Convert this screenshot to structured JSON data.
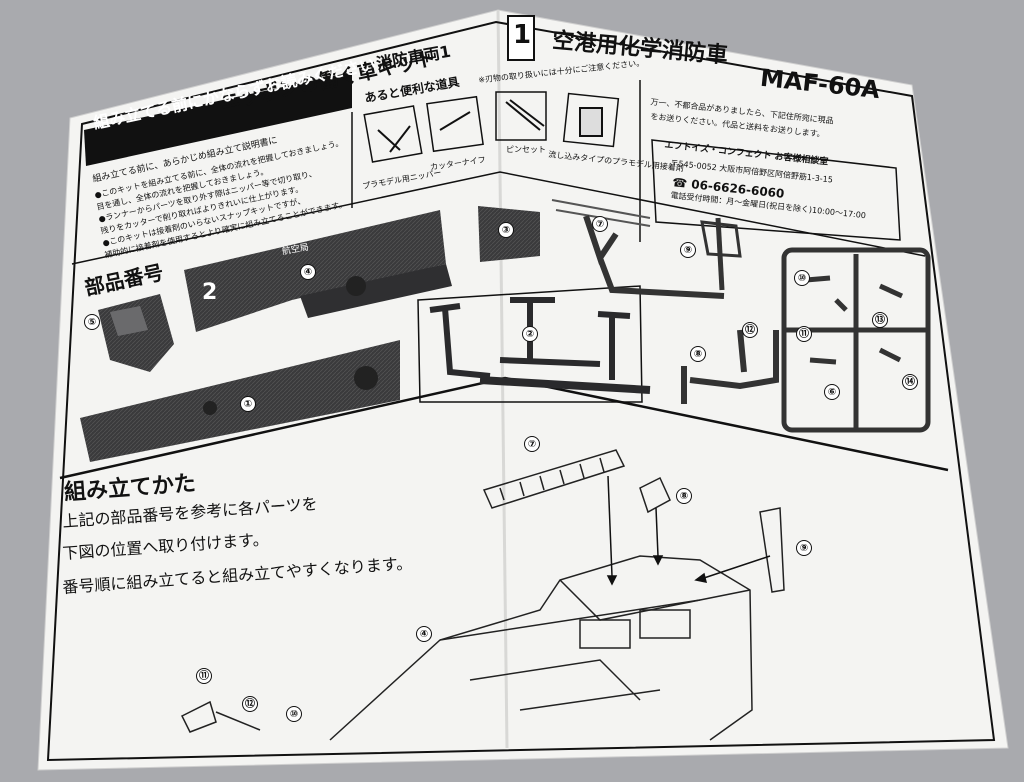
{
  "sheet": {
    "page_number": "1",
    "vehicle_name": "空港用化学消防車",
    "vehicle_model": "MAF-60A",
    "series_title": "ニッポンの働く車キット",
    "series_subtitle": "消防車両1",
    "notice_header": "組み立てる前にかならずお読みください",
    "notice_lines": [
      "組み立てる前に、あらかじめ組み立て説明書に",
      "●このキットを組み立てる前に、全体の流れを把握しておきましょう。",
      "目を通し、全体の流れを把握しておきましょう。",
      "●ランナーからパーツを取り外す際はニッパー等で切り取り、",
      "残りをカッターで削り取ればよりきれいに仕上がります。",
      "●このキットは接着剤のいらないスナップキットですが、",
      "補助的に接着剤を使用するとより確実に組み立てることができます。"
    ],
    "tools_header": "あると便利な道具",
    "tools_note": "※刃物の取り扱いには十分にご注意ください。",
    "tools": [
      {
        "label": "プラモデル用ニッパー",
        "icon": "nipper-icon"
      },
      {
        "label": "カッターナイフ",
        "icon": "cutter-knife-icon"
      },
      {
        "label": "ピンセット",
        "icon": "tweezers-icon"
      },
      {
        "label": "流し込みタイプのプラモデル用接着剤",
        "icon": "glue-bottle-icon"
      }
    ],
    "support_text_1": "万一、不都合品がありましたら、下記住所宛に現品",
    "support_text_2": "をお送りください。代品と送料をお送りします。",
    "company_name": "エフトイズ・コンフェクト お客様相談室",
    "postal": "〒545-0052 大阪市阿倍野区阿倍野筋1-3-15",
    "phone": "☎ 06-6626-6060",
    "hours": "電話受付時間：月〜金曜日(祝日を除く)10:00〜17:00",
    "parts_header": "部品番号",
    "part_label_2": "2",
    "part_label_airport": "航空局",
    "assembly_header": "組み立てかた",
    "assembly_lines": [
      "上記の部品番号を参考に各パーツを",
      "下図の位置へ取り付けます。",
      "番号順に組み立てると組み立てやすくなります。"
    ],
    "part_numbers": [
      "①",
      "②",
      "③",
      "④",
      "⑤",
      "⑥",
      "⑦",
      "⑧",
      "⑨",
      "⑩",
      "⑪",
      "⑫",
      "⑬",
      "⑭"
    ]
  },
  "colors": {
    "background": "#a9aaae",
    "paper": "#f4f4f2",
    "ink": "#111111",
    "part_dark": "#3a3a3c"
  }
}
